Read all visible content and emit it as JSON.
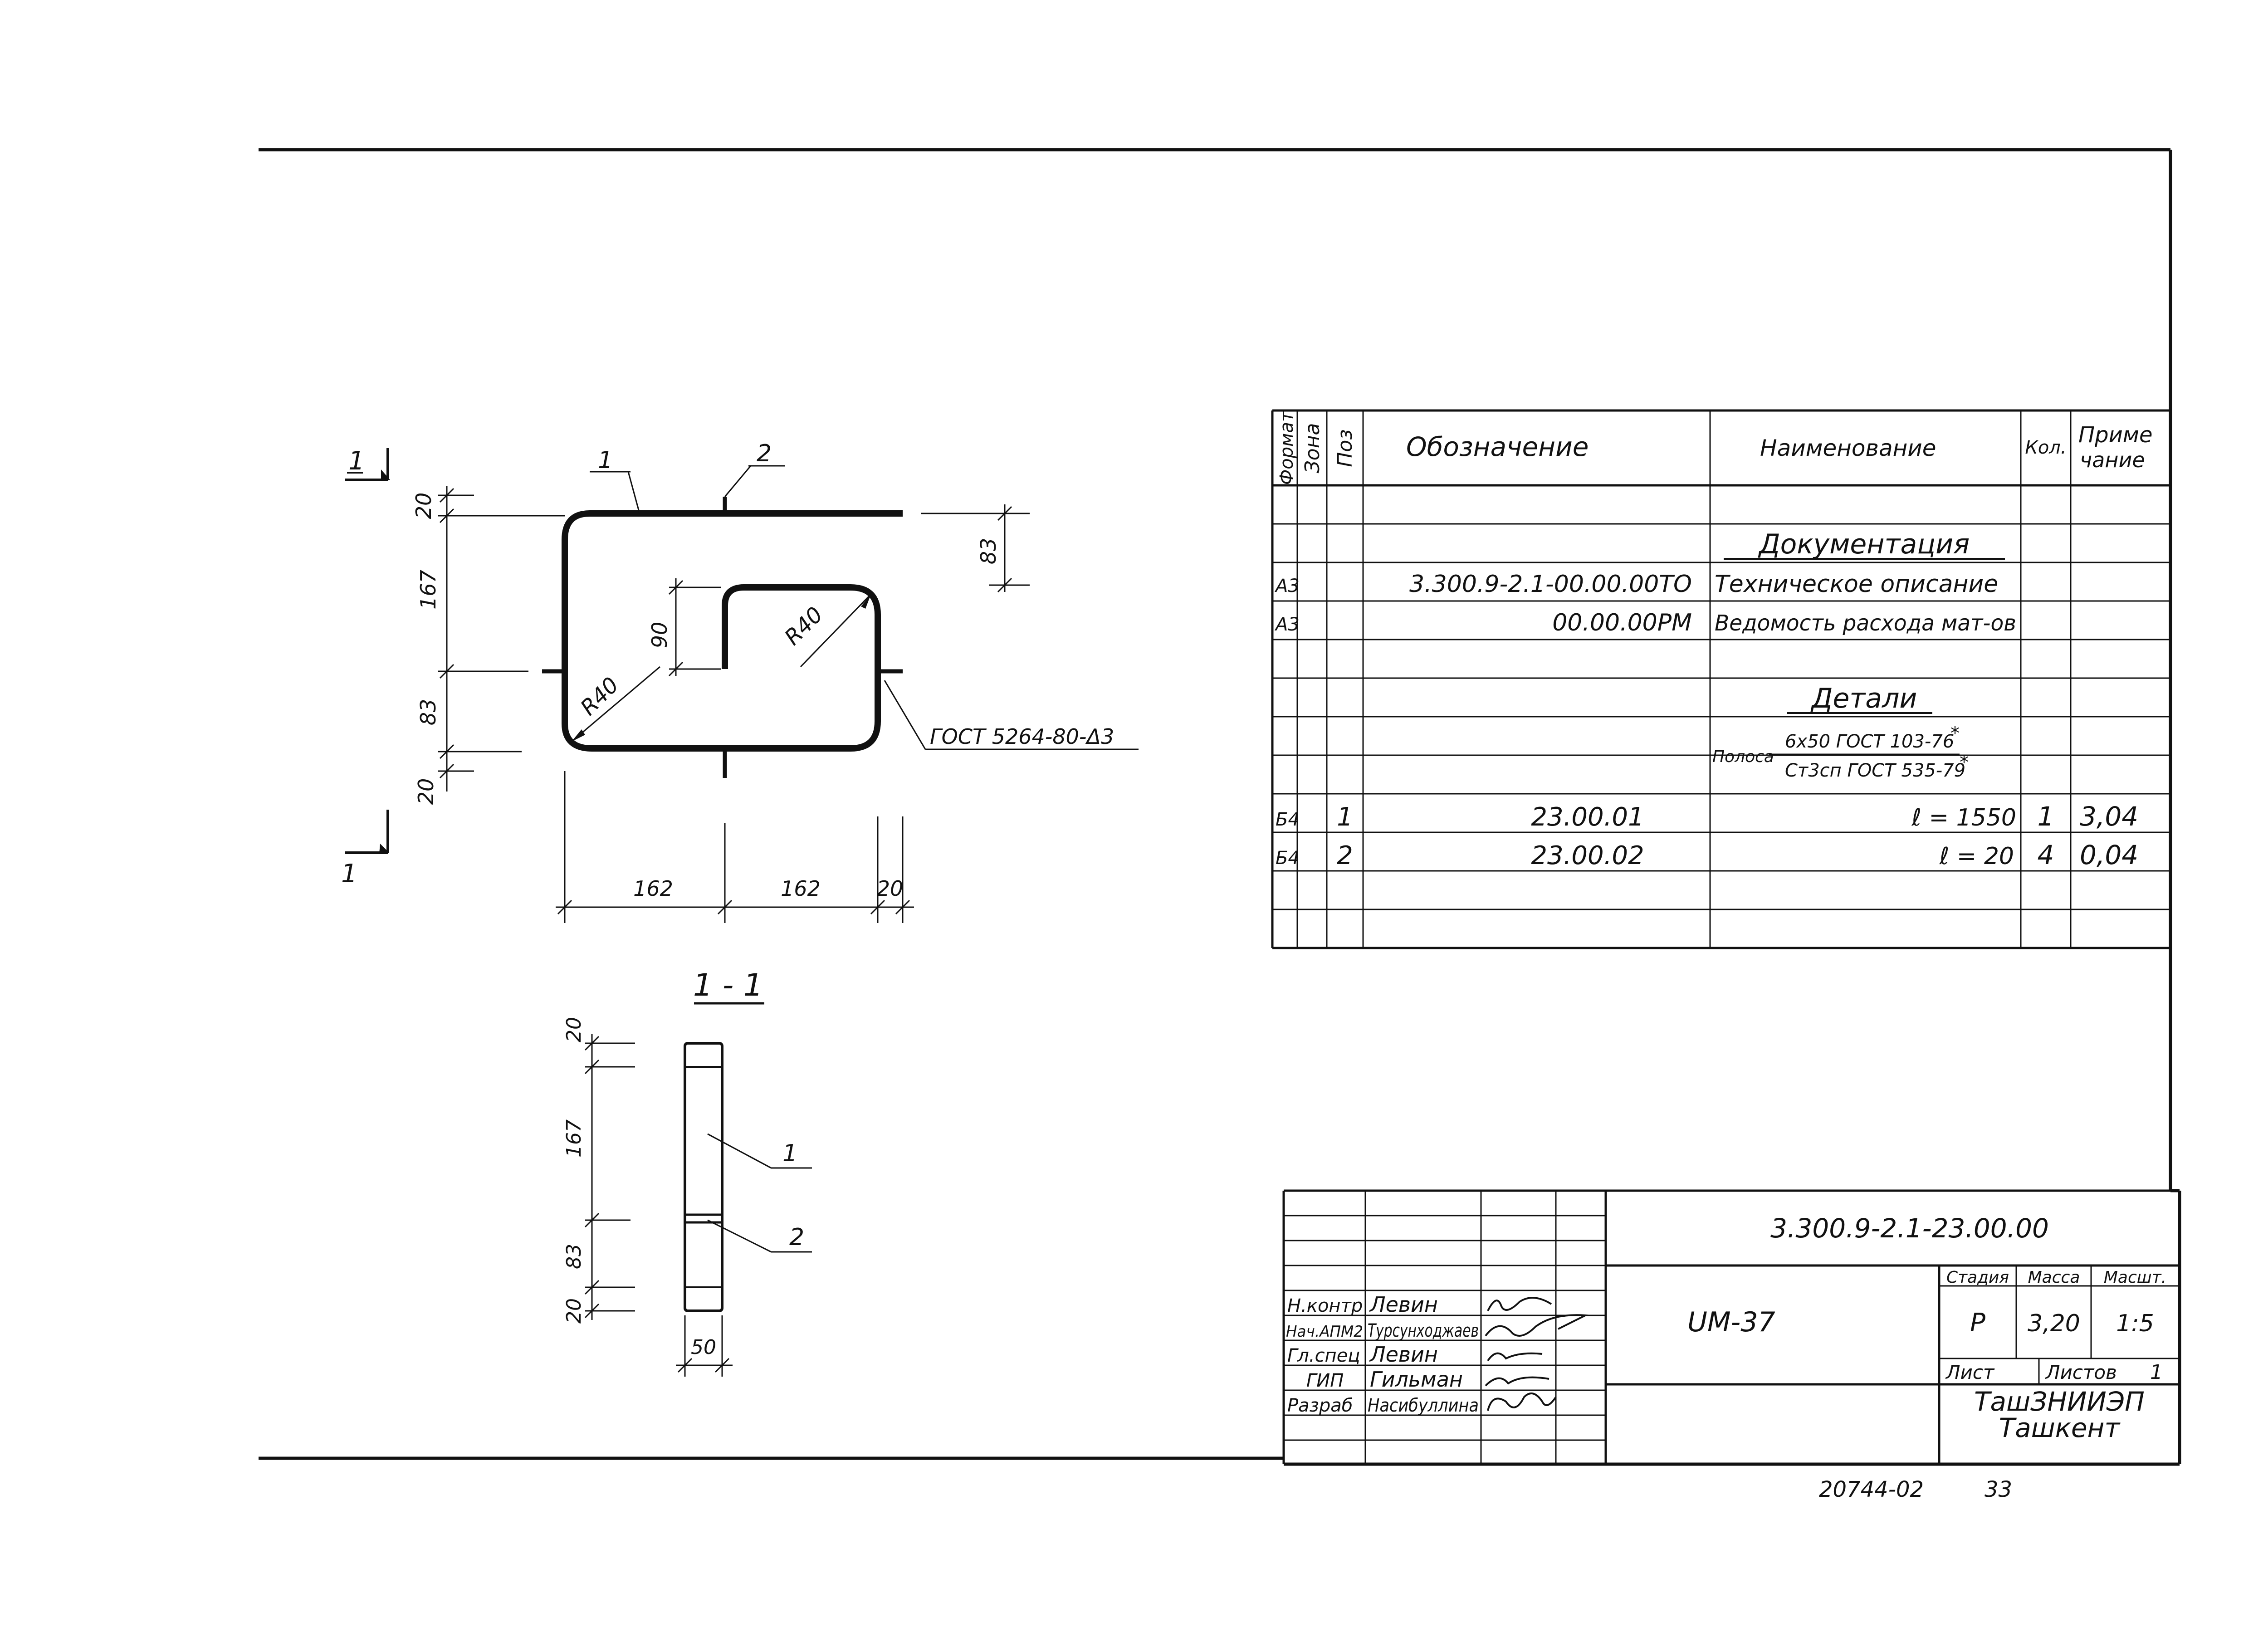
{
  "spec": {
    "headers": {
      "format": "Формат",
      "zone": "Зона",
      "pos": "Поз",
      "designation": "Обозначение",
      "name": "Наименование",
      "qty": "Кол.",
      "note_1": "Приме",
      "note_2": "чание"
    },
    "section_docs": "Документация",
    "docs": [
      {
        "format": "А3",
        "designation": "3.300.9-2.1-00.00.00ТО",
        "name": "Техническое описание"
      },
      {
        "format": "А3",
        "designation": "00.00.00РМ",
        "name": "Ведомость расхода мат-ов"
      }
    ],
    "section_details": "Детали",
    "material": {
      "prefix": "Полоса",
      "top": "6х50 ГОСТ 103-76",
      "top_mark": "*",
      "bottom": "Ст3сп ГОСТ 535-79",
      "bottom_mark": "*"
    },
    "details": [
      {
        "format": "Б4",
        "pos": "1",
        "designation": "23.00.01",
        "name": "ℓ = 1550",
        "qty": "1",
        "note": "3,04"
      },
      {
        "format": "Б4",
        "pos": "2",
        "designation": "23.00.02",
        "name": "ℓ = 20",
        "qty": "4",
        "note": "0,04"
      }
    ]
  },
  "drawing": {
    "section_mark": "1",
    "section_title": "1 - 1",
    "pos1": "1",
    "pos2": "2",
    "dims": {
      "top_gap": "20",
      "h167": "167",
      "h83": "83",
      "bottom_gap": "20",
      "right83": "83",
      "w162a": "162",
      "w162b": "162",
      "w20": "20",
      "inner90": "90",
      "r40_1": "R40",
      "r40_2": "R40",
      "weld": "ГОСТ 5264-80-Δ3",
      "s20a": "20",
      "s167": "167",
      "s83": "83",
      "s20b": "20",
      "s50": "50"
    }
  },
  "title_block": {
    "doc_number": "3.300.9-2.1-23.00.00",
    "product": "UМ-37",
    "stage_label": "Стадия",
    "mass_label": "Масса",
    "scale_label": "Масшт.",
    "stage": "Р",
    "mass": "3,20",
    "scale": "1:5",
    "sheet_label": "Лист",
    "sheets_label": "Листов",
    "sheets": "1",
    "org_1": "ТашЗНИИЭП",
    "org_2": "Ташкент",
    "signers": [
      {
        "role": "Н.контр",
        "name": "Левин"
      },
      {
        "role": "Нач.АПМ2",
        "name": "Турсунходжаев"
      },
      {
        "role": "Гл.спец",
        "name": "Левин"
      },
      {
        "role": "ГИП",
        "name": "Гильман"
      },
      {
        "role": "Разраб",
        "name": "Насибуллина"
      }
    ]
  },
  "footer": {
    "inventory": "20744-02",
    "page": "33"
  }
}
